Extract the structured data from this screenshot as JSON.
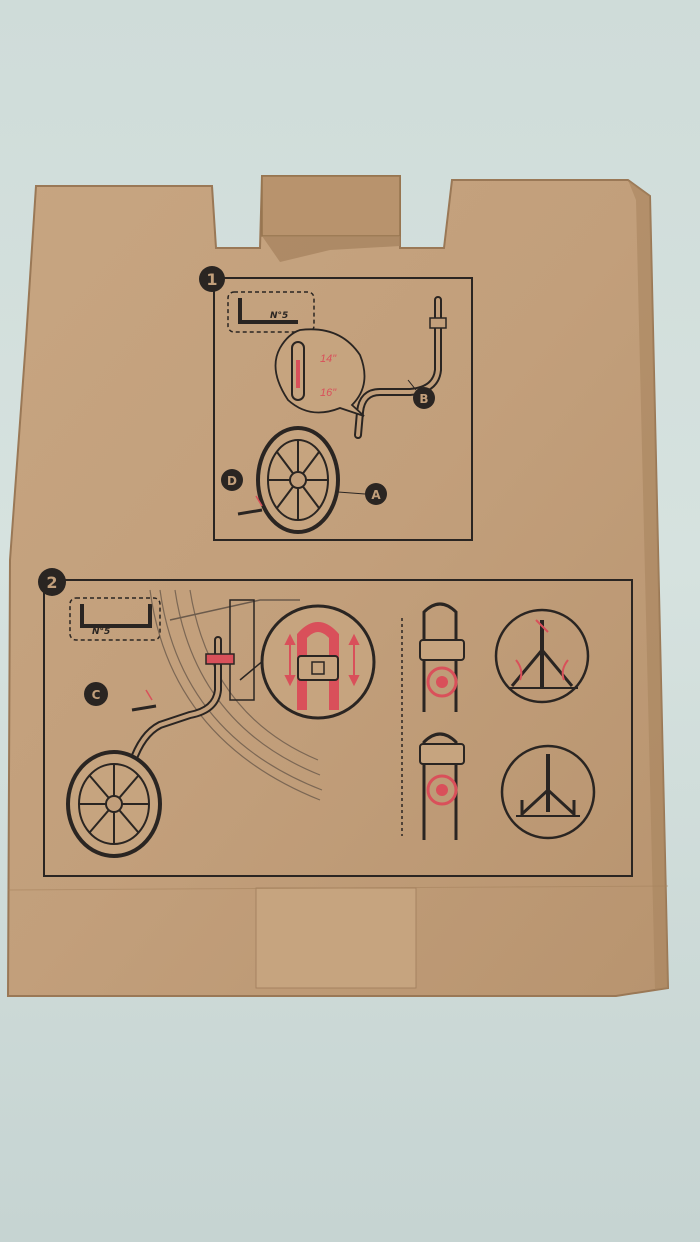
{
  "colors": {
    "background": "#d3dfdc",
    "cardboard": "#c29f7b",
    "cardboard_dark": "#a9855f",
    "line": "#2a2522",
    "accent_red": "#d9505a"
  },
  "step1": {
    "number": "1",
    "wrench_label": "N°5",
    "size_small": "14\"",
    "size_large": "16\"",
    "label_a": "A",
    "label_b": "B",
    "label_d": "D"
  },
  "step2": {
    "number": "2",
    "wrench_label": "N°5",
    "label_c": "C"
  }
}
